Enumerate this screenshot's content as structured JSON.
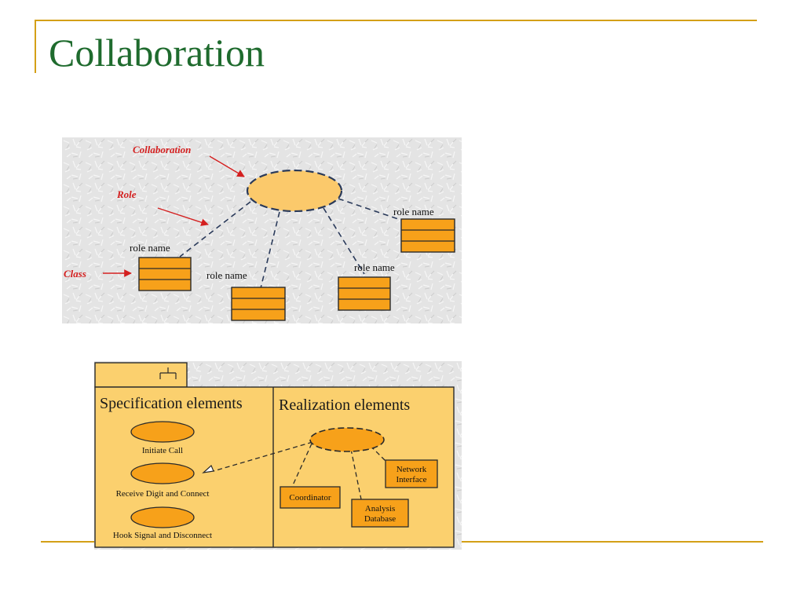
{
  "title": "Collaboration",
  "colors": {
    "accent_rule": "#d4a017",
    "title": "#1f6b2e",
    "orange": "#f7a11a",
    "light_orange": "#fbc96b",
    "package_fill": "#fbd06e",
    "red_label": "#d42020"
  },
  "top_diagram": {
    "annotation_labels": {
      "collaboration": "Collaboration",
      "role": "Role",
      "class": "Class"
    },
    "role_names": [
      "role name",
      "role name",
      "role name",
      "role name"
    ]
  },
  "bottom_diagram": {
    "package_icon": "fork-icon",
    "spec_header": "Specification elements",
    "real_header": "Realization elements",
    "use_cases": [
      "Initiate Call",
      "Receive Digit and Connect",
      "Hook Signal and Disconnect"
    ],
    "classes": {
      "coordinator": "Coordinator",
      "analysis_line1": "Analysis",
      "analysis_line2": "Database",
      "network_line1": "Network",
      "network_line2": "Interface"
    }
  }
}
